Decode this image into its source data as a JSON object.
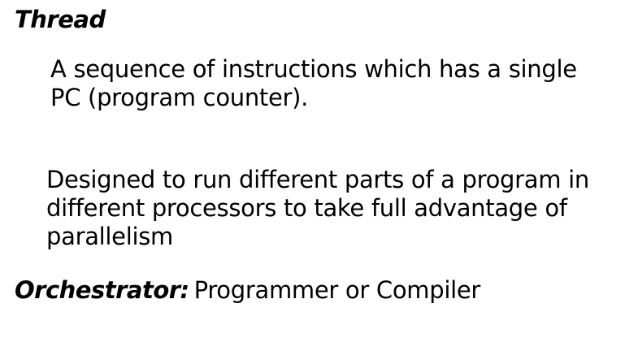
{
  "heading": "Thread",
  "definition": {
    "lines": [
      "A sequence of instructions which has a single",
      "PC (program counter)."
    ]
  },
  "purpose": {
    "lines": [
      "Designed to run different parts of a program in",
      "different processors to take full advantage of",
      "parallelism"
    ]
  },
  "orchestrator": {
    "label": "Orchestrator:",
    "value": "Programmer or Compiler"
  }
}
